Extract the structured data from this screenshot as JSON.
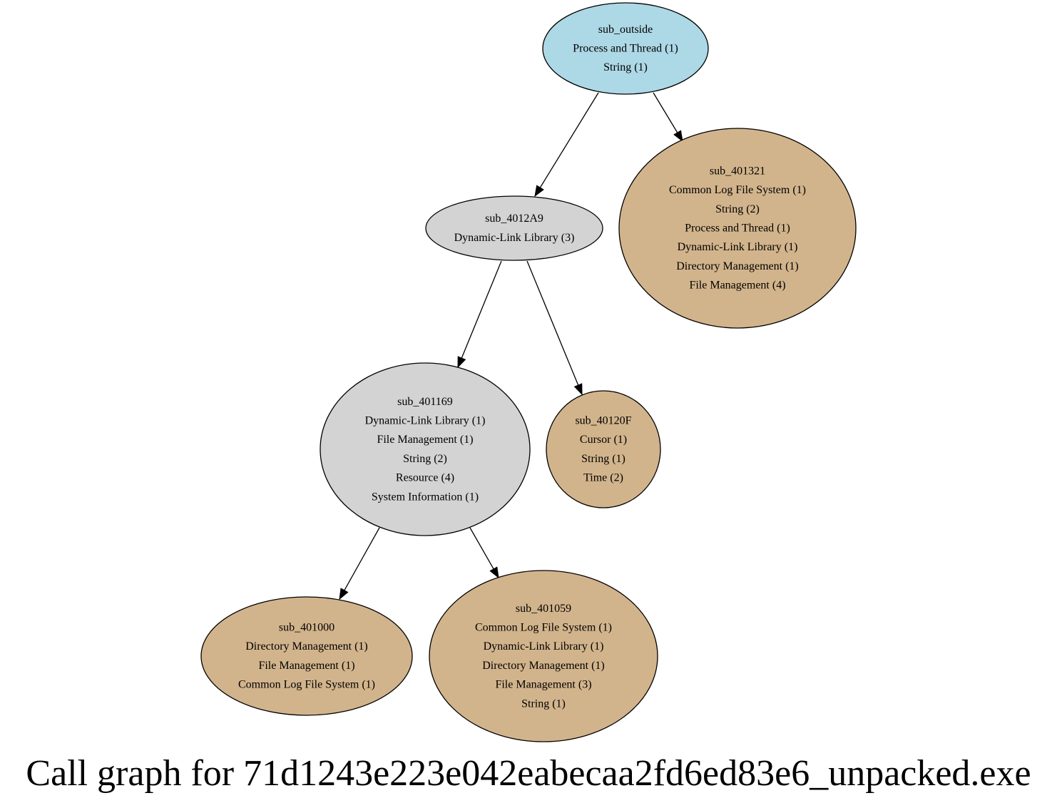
{
  "colors": {
    "root": "#add8e6",
    "internal": "#d3d3d3",
    "leaf": "#d2b48c",
    "stroke": "#000000"
  },
  "caption": "Call graph for 71d1243e223e042eabecaa2fd6ed83e6_unpacked.exe",
  "nodes": [
    {
      "id": "sub_outside",
      "kind": "root",
      "lines": [
        "sub_outside",
        "Process and Thread (1)",
        "String (1)"
      ]
    },
    {
      "id": "sub_401321",
      "kind": "leaf",
      "lines": [
        "sub_401321",
        "Common Log File System (1)",
        "String (2)",
        "Process and Thread (1)",
        "Dynamic-Link Library (1)",
        "Directory Management (1)",
        "File Management (4)"
      ]
    },
    {
      "id": "sub_4012A9",
      "kind": "internal",
      "lines": [
        "sub_4012A9",
        "Dynamic-Link Library (3)"
      ]
    },
    {
      "id": "sub_401169",
      "kind": "internal",
      "lines": [
        "sub_401169",
        "Dynamic-Link Library (1)",
        "File Management (1)",
        "String (2)",
        "Resource (4)",
        "System Information (1)"
      ]
    },
    {
      "id": "sub_40120F",
      "kind": "leaf",
      "lines": [
        "sub_40120F",
        "Cursor (1)",
        "String (1)",
        "Time (2)"
      ]
    },
    {
      "id": "sub_401000",
      "kind": "leaf",
      "lines": [
        "sub_401000",
        "Directory Management (1)",
        "File Management (1)",
        "Common Log File System (1)"
      ]
    },
    {
      "id": "sub_401059",
      "kind": "leaf",
      "lines": [
        "sub_401059",
        "Common Log File System (1)",
        "Dynamic-Link Library (1)",
        "Directory Management (1)",
        "File Management (3)",
        "String (1)"
      ]
    }
  ],
  "edges": [
    {
      "from": "sub_outside",
      "to": "sub_4012A9"
    },
    {
      "from": "sub_outside",
      "to": "sub_401321"
    },
    {
      "from": "sub_4012A9",
      "to": "sub_401169"
    },
    {
      "from": "sub_4012A9",
      "to": "sub_40120F"
    },
    {
      "from": "sub_401169",
      "to": "sub_401000"
    },
    {
      "from": "sub_401169",
      "to": "sub_401059"
    }
  ]
}
